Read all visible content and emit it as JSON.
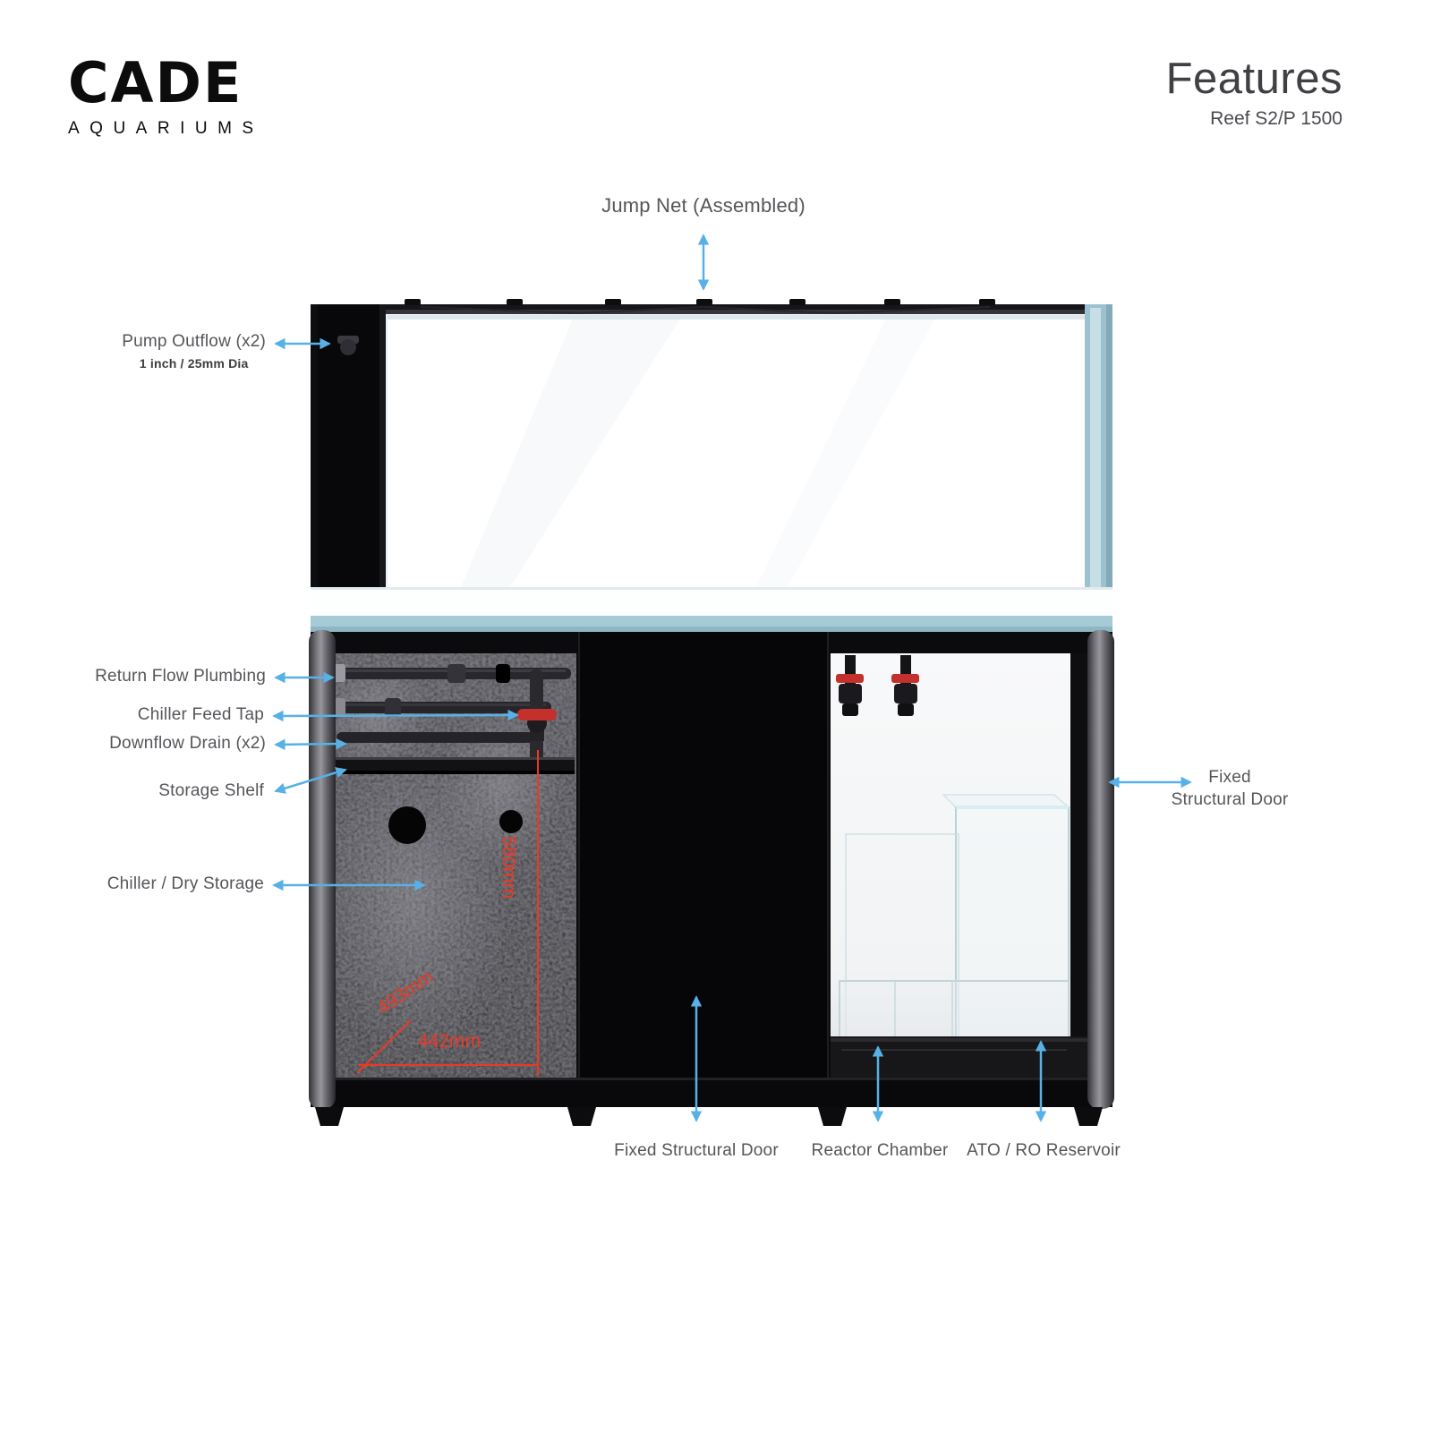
{
  "brand": {
    "name": "CADE",
    "tagline": "AQUARIUMS"
  },
  "header": {
    "title": "Features",
    "model": "Reef S2/P 1500"
  },
  "callouts": {
    "jump_net": "Jump Net (Assembled)",
    "pump_outflow": "Pump Outflow (x2)",
    "pump_outflow_detail": "1 inch / 25mm Dia",
    "return_flow_plumbing": "Return Flow Plumbing",
    "chiller_feed_tap": "Chiller Feed Tap",
    "downflow_drain": "Downflow Drain (x2)",
    "storage_shelf": "Storage Shelf",
    "chiller_dry_storage": "Chiller / Dry Storage",
    "fixed_structural_door_right": {
      "line1": "Fixed",
      "line2": "Structural Door"
    },
    "fixed_structural_door_bottom": "Fixed Structural Door",
    "reactor_chamber": "Reactor Chamber",
    "ato_ro_reservoir": "ATO / RO Reservoir"
  },
  "dimensions": {
    "cabinet_height": "580mm",
    "cabinet_depth": "493mm",
    "cabinet_width": "442mm"
  },
  "colors": {
    "arrow_blue": "#58b1e6",
    "dimension_red": "#ef3824",
    "label_gray": "#55565a",
    "tank_rim_teal": "#a7cad7"
  }
}
